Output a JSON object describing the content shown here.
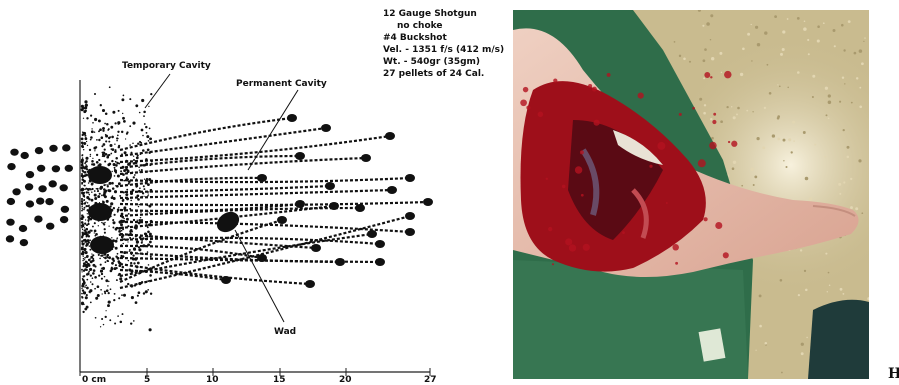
{
  "diagram": {
    "labels": {
      "temporary_cavity": "Temporary Cavity",
      "permanent_cavity": "Permanent Cavity",
      "wad": "Wad"
    },
    "axis_ticks": [
      "0 cm",
      "5",
      "10",
      "15",
      "20",
      "27"
    ],
    "spec_lines": [
      "12 Gauge Shotgun",
      "no choke",
      "#4 Buckshot",
      "Vel. - 1351 f/s (412 m/s)",
      "Wt. - 540gr (35gm)",
      "27 pellets of 24 Cal."
    ]
  },
  "photo": {
    "subject": "shotgun wound to the foot",
    "colors": {
      "carpet": "#c9bb8f",
      "drape": "#2f6d4a",
      "wound": "#9e0f1a",
      "skin": "#e8c0ae"
    }
  },
  "page_letter": "H"
}
